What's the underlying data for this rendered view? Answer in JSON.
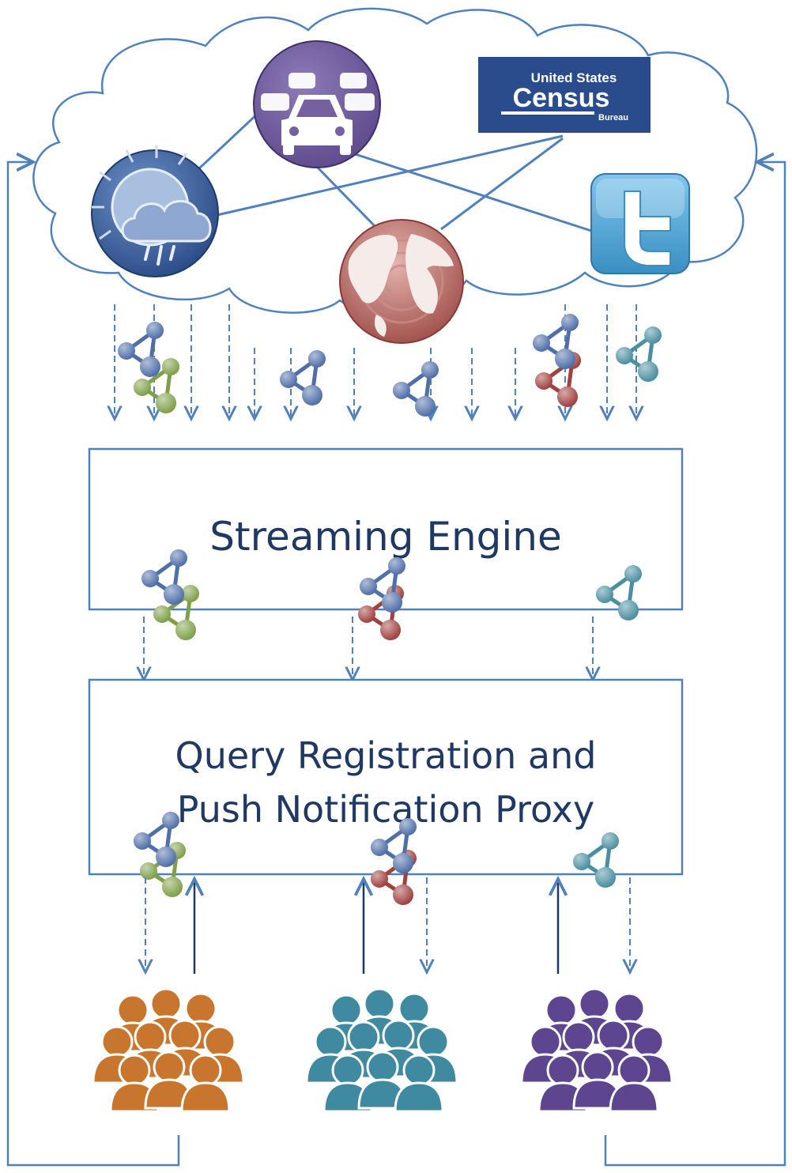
{
  "colors": {
    "line": "#4f81bd",
    "line_dark": "#1f3864",
    "cloud_fill": "#ffffff",
    "graph_blue": "#4f6fa8",
    "graph_green": "#7fa04a",
    "graph_red": "#a0413e",
    "graph_teal": "#4a8fa0",
    "users_orange": "#c8762e",
    "users_teal": "#3f8aa0",
    "users_purple": "#5e4590",
    "census_bg": "#2a4c8c",
    "twitter_bg": "#4aa8d8",
    "traffic_bg": "#7560a0",
    "weather_bg": "#3a5d98",
    "globe_bg": "#b76a66"
  },
  "sources": {
    "census": {
      "line1": "United States",
      "line2": "Census",
      "line3": "Bureau",
      "icon": "census-bureau-logo"
    },
    "traffic": {
      "icon": "traffic-cars-icon"
    },
    "weather": {
      "icon": "weather-sun-cloud-rain-icon"
    },
    "globe": {
      "icon": "globe-icon"
    },
    "twitter": {
      "icon": "twitter-bird-icon"
    }
  },
  "boxes": {
    "streaming_engine": {
      "label": "Streaming Engine"
    },
    "proxy": {
      "line1": "Query Registration and",
      "line2": "Push Notification Proxy"
    }
  },
  "user_groups": [
    {
      "icon": "user-group-icon",
      "color": "orange"
    },
    {
      "icon": "user-group-icon",
      "color": "teal"
    },
    {
      "icon": "user-group-icon",
      "color": "purple"
    }
  ]
}
